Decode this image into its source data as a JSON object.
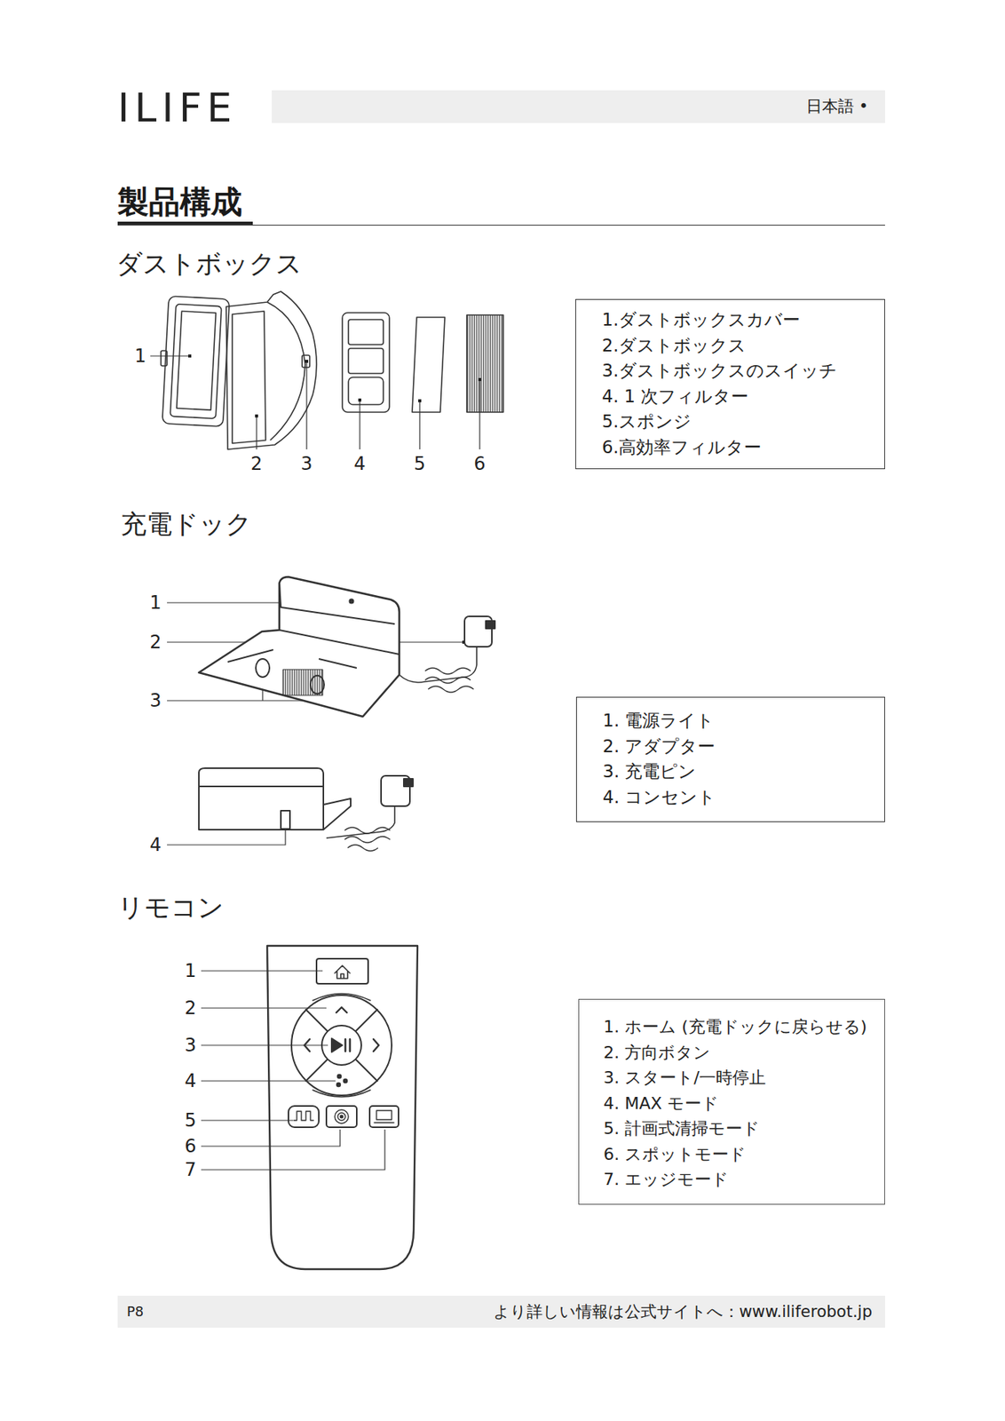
{
  "diagram": {
    "title": "製品構成",
    "nodes": [
      {
        "text": [
          "日本語 •"
        ]
      },
      {
        "text": [
          "1.ダストボックスカバー",
          "2.ダストボックス",
          "3.ダストボックスのスイッチ",
          "4. 1 次フィルター",
          "5.スポンジ",
          "6.高効率フィルター"
        ]
      },
      {
        "text": [
          "1. 電源ライト",
          "2. アダプター",
          "3. 充電ピン",
          "4. コンセント"
        ]
      },
      {
        "text": [
          "1. ホーム (充電ドックに戻らせる)",
          "2. 方向ボタン",
          "3. スタート/一時停止",
          "4. MAX モード",
          "5. 計画式清掃モード",
          "6. スポットモード",
          "7. エッジモード"
        ]
      },
      {
        "text": [
          "P8",
          "より詳しい情報は公式サイトへ：www.iliferobot.jp"
        ]
      }
    ],
    "labels": [
      "ILIFE",
      "ダストボックス",
      "1",
      "2",
      "3",
      "4",
      "5",
      "6",
      "充電ドック",
      "1",
      "2",
      "3",
      "4",
      "リモコン",
      "1",
      "2",
      "3",
      "4",
      "5",
      "6",
      "7"
    ]
  }
}
